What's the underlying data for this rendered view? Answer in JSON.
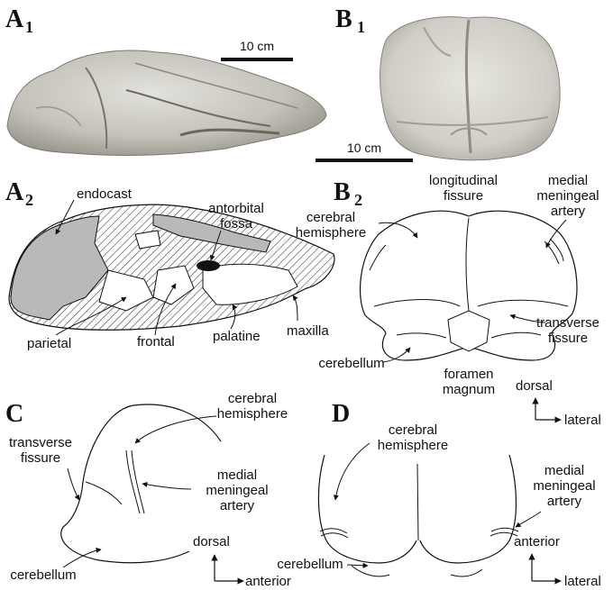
{
  "panels": {
    "A1": {
      "letter": "A",
      "sub": "1",
      "scale_label": "10 cm"
    },
    "B1": {
      "letter": "B",
      "sub": "1",
      "scale_label": "10 cm"
    },
    "A2": {
      "letter": "A",
      "sub": "2",
      "labels": {
        "endocast": "endocast",
        "antorbital_1": "antorbital",
        "antorbital_2": "fossa",
        "parietal": "parietal",
        "frontal": "frontal",
        "palatine": "palatine",
        "maxilla": "maxilla"
      }
    },
    "B2": {
      "letter": "B",
      "sub": "2",
      "labels": {
        "longitudinal_1": "longitudinal",
        "longitudinal_2": "fissure",
        "cerebral_1": "cerebral",
        "cerebral_2": "hemisphere",
        "medial_1": "medial",
        "medial_2": "meningeal",
        "medial_3": "artery",
        "transverse_1": "transverse",
        "transverse_2": "fissure",
        "cerebellum": "cerebellum",
        "foramen_1": "foramen",
        "foramen_2": "magnum",
        "axis_up": "dorsal",
        "axis_right": "lateral"
      }
    },
    "C": {
      "letter": "C",
      "labels": {
        "cerebral_1": "cerebral",
        "cerebral_2": "hemisphere",
        "transverse_1": "transverse",
        "transverse_2": "fissure",
        "medial_1": "medial",
        "medial_2": "meningeal",
        "medial_3": "artery",
        "cerebellum": "cerebellum",
        "axis_up": "dorsal",
        "axis_right": "anterior"
      }
    },
    "D": {
      "letter": "D",
      "labels": {
        "cerebral_1": "cerebral",
        "cerebral_2": "hemisphere",
        "medial_1": "medial",
        "medial_2": "meningeal",
        "medial_3": "artery",
        "cerebellum": "cerebellum",
        "axis_up": "anterior",
        "axis_right": "lateral"
      }
    }
  },
  "colors": {
    "bone": "#bdbbb2",
    "endocast_fill": "#b9b9b9",
    "ink": "#111111",
    "hatch": "#555555"
  }
}
